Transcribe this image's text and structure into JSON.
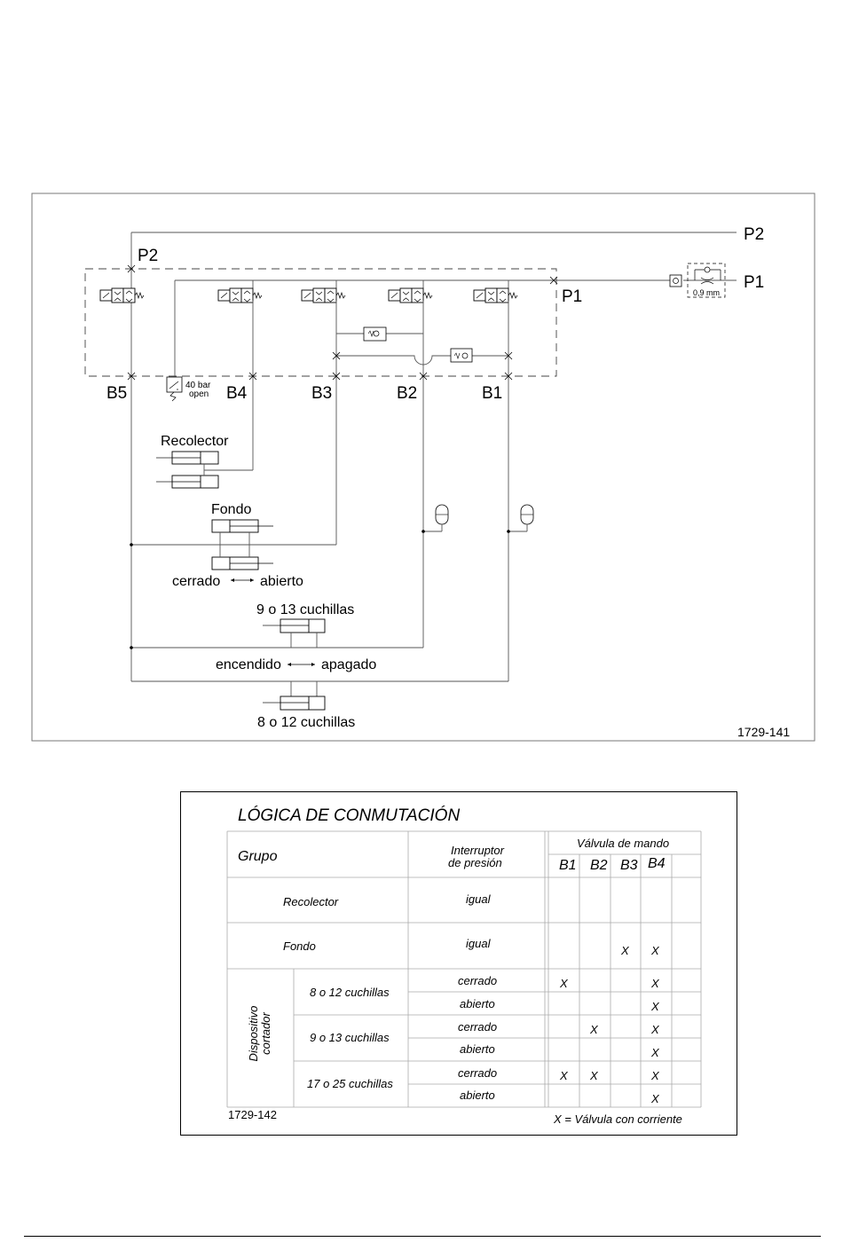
{
  "schematic": {
    "figure_id": "1729-141",
    "line_labels": {
      "p2_right": "P2",
      "p1_right": "P1",
      "p2_left": "P2",
      "p1_manifold": "P1"
    },
    "port_labels": [
      "B5",
      "B4",
      "B3",
      "B2",
      "B1"
    ],
    "pressure_switch": {
      "line1": "40 bar",
      "line2": "open"
    },
    "orifice": "0,9 mm",
    "cylinders": {
      "recolector": "Recolector",
      "fondo": "Fondo",
      "fondo_left": "cerrado",
      "fondo_right": "abierto",
      "nine_thirteen": "9 o 13 cuchillas",
      "encendido": "encendido",
      "apagado": "apagado",
      "eight_twelve": "8 o 12 cuchillas"
    }
  },
  "logic_table": {
    "title": "LÓGICA DE CONMUTACIÓN",
    "header": {
      "group": "Grupo",
      "switch_line1": "Interruptor",
      "switch_line2": "de presión",
      "valve": "Válvula de mando",
      "cols": [
        "B1",
        "B2",
        "B3",
        "B4"
      ]
    },
    "rows": {
      "recolector": {
        "group": "Recolector",
        "switch": "igual"
      },
      "fondo": {
        "group": "Fondo",
        "switch": "igual",
        "marks": [
          "",
          "",
          "X",
          "X"
        ]
      },
      "device_line1": "Dispositivo",
      "device_line2": "cortador",
      "sub": [
        {
          "name": "8 o 12 cuchillas",
          "closed": {
            "state": "cerrado",
            "marks": [
              "X",
              "",
              "",
              "X"
            ]
          },
          "open": {
            "state": "abierto",
            "marks": [
              "",
              "",
              "",
              "X"
            ]
          }
        },
        {
          "name": "9 o 13 cuchillas",
          "closed": {
            "state": "cerrado",
            "marks": [
              "",
              "X",
              "",
              "X"
            ]
          },
          "open": {
            "state": "abierto",
            "marks": [
              "",
              "",
              "",
              "X"
            ]
          }
        },
        {
          "name": "17 o 25 cuchillas",
          "closed": {
            "state": "cerrado",
            "marks": [
              "X",
              "X",
              "",
              "X"
            ]
          },
          "open": {
            "state": "abierto",
            "marks": [
              "",
              "",
              "",
              "X"
            ]
          }
        }
      ]
    },
    "figure_id": "1729-142",
    "legend": "X = Válvula con corriente"
  }
}
